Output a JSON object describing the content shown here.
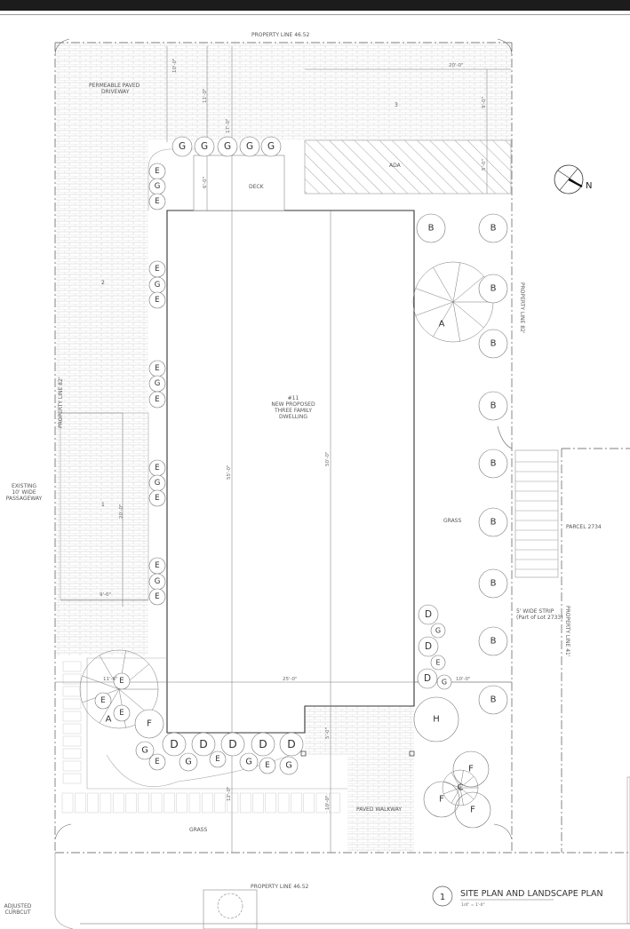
{
  "labels": {
    "property_line_top": "PROPERTY LINE 46.52",
    "property_line_bottom": "PROPERTY LINE 46.52",
    "property_line_left": "PROPERTY LINE 82'",
    "property_line_right": "PROPERTY LINE 82'",
    "property_line_41": "PROPERTY LINE 41'",
    "driveway_1": "PERMEABLE PAVED",
    "driveway_2": "DRIVEWAY",
    "deck": "DECK",
    "ada": "ADA",
    "parking_3": "3",
    "parking_2": "2",
    "parking_1": "1",
    "dwelling_1": "#11",
    "dwelling_2": "NEW PROPOSED",
    "dwelling_3": "THREE FAMILY",
    "dwelling_4": "DWELLING",
    "passage_1": "EXISTING",
    "passage_2": "10' WIDE",
    "passage_3": "PASSAGEWAY",
    "grass_right": "GRASS",
    "grass_bottom": "GRASS",
    "parcel": "PARCEL 2734",
    "strip_1": "5' WIDE STRIP",
    "strip_2": "(Part of Lot 2733)",
    "paved_walkway": "PAVED WALKWAY",
    "curbcut_1": "ADJUSTED",
    "curbcut_2": "CURBCUT",
    "north": "N"
  },
  "dimensions": {
    "d_10": "10'-0\"",
    "d_11": "11'-0\"",
    "d_17": "17'-0\"",
    "d_6": "6'-0\"",
    "d_20_top": "20'-0\"",
    "d_9_top": "9'-0\"",
    "d_5_ada": "5'-0\"",
    "d_20_left": "20'-0\"",
    "d_9_left": "9'-0\"",
    "d_55": "55'-0\"",
    "d_50": "50'-0\"",
    "d_25": "25'-0\"",
    "d_11_6": "11'-6\"",
    "d_10_right": "10'-0\"",
    "d_5_walk": "5'-0\"",
    "d_12": "12'-0\"",
    "d_10_bottom": "10'-0\""
  },
  "title_block": {
    "number": "1",
    "title": "SITE PLAN AND LANDSCAPE PLAN",
    "scale": "1/4\" = 1'-0\""
  },
  "plants": [
    "G",
    "G",
    "G",
    "G",
    "G",
    "E",
    "G",
    "E",
    "E",
    "G",
    "E",
    "E",
    "G",
    "E",
    "E",
    "G",
    "E",
    "E",
    "G",
    "E",
    "B",
    "B",
    "B",
    "B",
    "B",
    "B",
    "B",
    "B",
    "B",
    "B",
    "A",
    "D",
    "G",
    "D",
    "E",
    "D",
    "G",
    "H",
    "A",
    "E",
    "E",
    "E",
    "F",
    "G",
    "E",
    "D",
    "G",
    "D",
    "E",
    "D",
    "G",
    "D",
    "E",
    "D",
    "G",
    "F",
    "F",
    "F",
    "C"
  ]
}
